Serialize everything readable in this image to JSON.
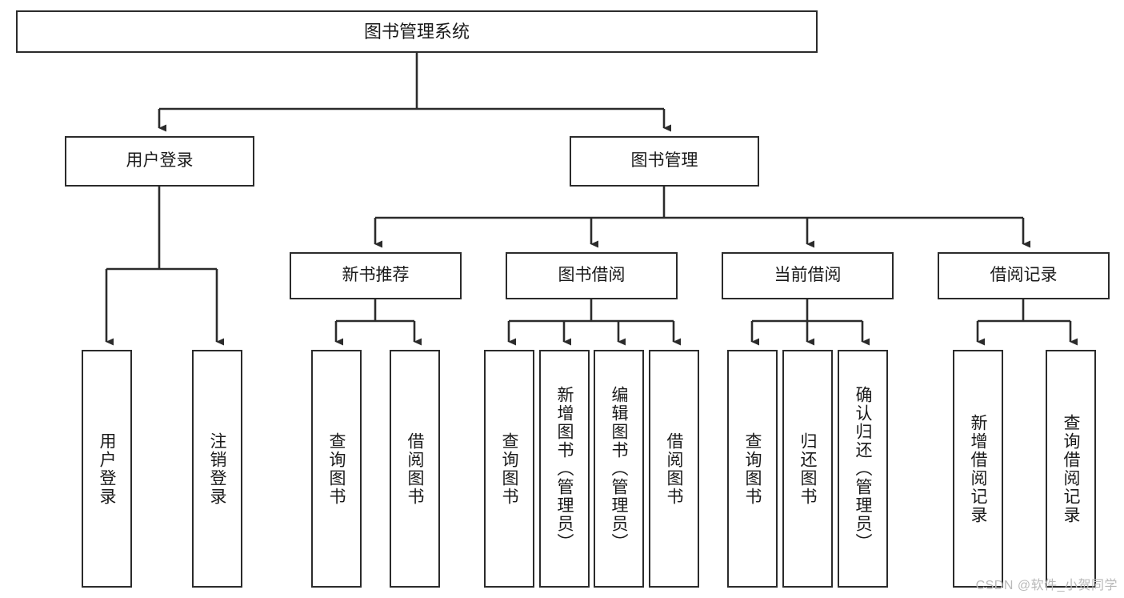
{
  "diagram": {
    "title": "图书管理系统",
    "watermark": "CSDN @软件_小贺同学",
    "stroke_color": "#2b2b2b",
    "fill_color": "#ffffff",
    "text_color": "#1a1a1a",
    "watermark_color": "#b9b9b9"
  },
  "nodes": {
    "root": {
      "label": "图书管理系统"
    },
    "level2": [
      {
        "label": "用户登录"
      },
      {
        "label": "图书管理"
      }
    ],
    "level3": [
      {
        "label": "新书推荐"
      },
      {
        "label": "图书借阅"
      },
      {
        "label": "当前借阅"
      },
      {
        "label": "借阅记录"
      }
    ],
    "leaves": {
      "user_login": [
        {
          "label": "用户登录"
        },
        {
          "label": "注销登录"
        }
      ],
      "new_book": [
        {
          "label": "查询图书"
        },
        {
          "label": "借阅图书"
        }
      ],
      "book_borrow": [
        {
          "label": "查询图书"
        },
        {
          "label": "新增图书（管理员）"
        },
        {
          "label": "编辑图书（管理员）"
        },
        {
          "label": "借阅图书"
        }
      ],
      "current_borrow": [
        {
          "label": "查询图书"
        },
        {
          "label": "归还图书"
        },
        {
          "label": "确认归还（管理员）"
        }
      ],
      "borrow_record": [
        {
          "label": "新增借阅记录"
        },
        {
          "label": "查询借阅记录"
        }
      ]
    }
  }
}
